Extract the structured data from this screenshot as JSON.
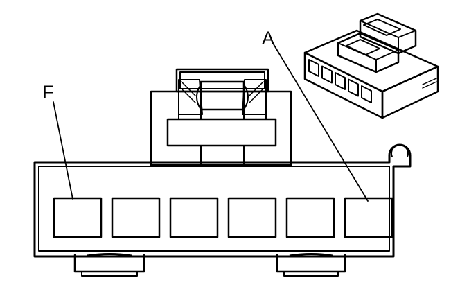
{
  "callouts": {
    "pin_a": "A",
    "pin_f": "F"
  },
  "connector": {
    "cavity_count": 6
  },
  "inset_view": {
    "cavity_count": 5
  },
  "colors": {
    "line": "#000000",
    "fill": "#ffffff"
  }
}
